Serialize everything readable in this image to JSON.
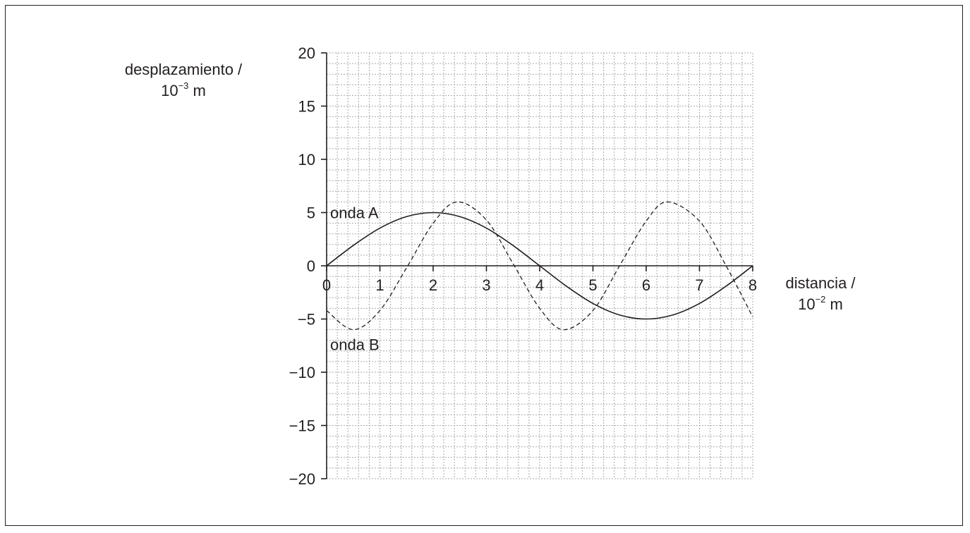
{
  "chart_data": {
    "type": "line",
    "y_axis": {
      "label_line1": "desplazamiento /",
      "unit_base": "10",
      "unit_exp": "−3",
      "unit_suffix": "m",
      "range": [
        -20,
        20
      ],
      "ticks": [
        20,
        15,
        10,
        5,
        0,
        -5,
        -10,
        -15,
        -20
      ],
      "tick_labels": [
        "20",
        "15",
        "10",
        "5",
        "0",
        "−5",
        "−10",
        "−15",
        "−20"
      ]
    },
    "x_axis": {
      "label_line1": "distancia /",
      "unit_base": "10",
      "unit_exp": "−2",
      "unit_suffix": "m",
      "range": [
        0,
        8
      ],
      "ticks": [
        0,
        1,
        2,
        3,
        4,
        5,
        6,
        7,
        8
      ],
      "tick_labels": [
        "0",
        "1",
        "2",
        "3",
        "4",
        "5",
        "6",
        "7",
        "8"
      ]
    },
    "grid": true,
    "series": [
      {
        "name": "onda A",
        "style": "solid",
        "color": "#231f20",
        "amplitude": 5,
        "wavelength": 8,
        "x": [
          0,
          0.5,
          1,
          1.5,
          2,
          2.5,
          3,
          3.5,
          4,
          4.5,
          5,
          5.5,
          6,
          6.5,
          7,
          7.5,
          8
        ],
        "y": [
          0,
          1.91,
          3.54,
          4.62,
          5,
          4.62,
          3.54,
          1.91,
          0,
          -1.91,
          -3.54,
          -4.62,
          -5,
          -4.62,
          -3.54,
          -1.91,
          0
        ]
      },
      {
        "name": "onda B",
        "style": "dashed",
        "color": "#231f20",
        "amplitude": 6,
        "wavelength": 3.9,
        "x": [
          0,
          0.5,
          1,
          1.5,
          2,
          2.45,
          3,
          3.5,
          4,
          4.45,
          5,
          5.5,
          6,
          6.4,
          7,
          7.5,
          8
        ],
        "y": [
          -4.2,
          -6,
          -4.2,
          -0.2,
          4,
          6,
          4.3,
          0.2,
          -4,
          -6,
          -4.2,
          0,
          4.2,
          6,
          4.2,
          0,
          -4.8
        ]
      }
    ]
  }
}
